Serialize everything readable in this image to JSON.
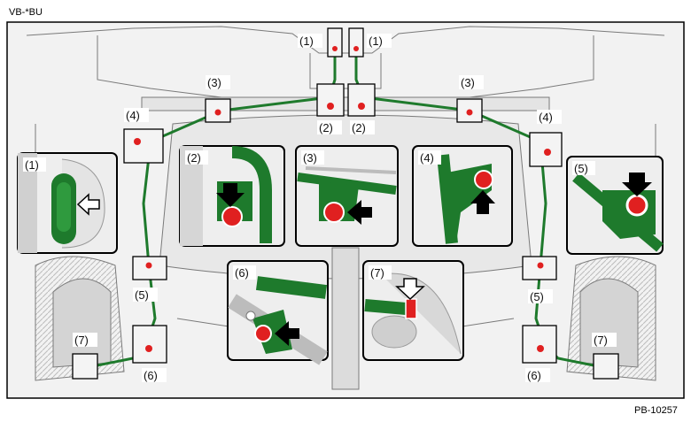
{
  "header": {
    "code": "VB-*BU",
    "figure_id": "PB-10257"
  },
  "callouts": {
    "c1": "(1)",
    "c2": "(2)",
    "c3": "(3)",
    "c4": "(4)",
    "c5": "(5)",
    "c6": "(6)",
    "c7": "(7)"
  },
  "colors": {
    "harness": "#1e7a2c",
    "clip": "#e02020",
    "frame": "#000000",
    "body": "#d9d9d9"
  },
  "icons": [
    "arrow-solid-icon",
    "arrow-outline-icon"
  ]
}
